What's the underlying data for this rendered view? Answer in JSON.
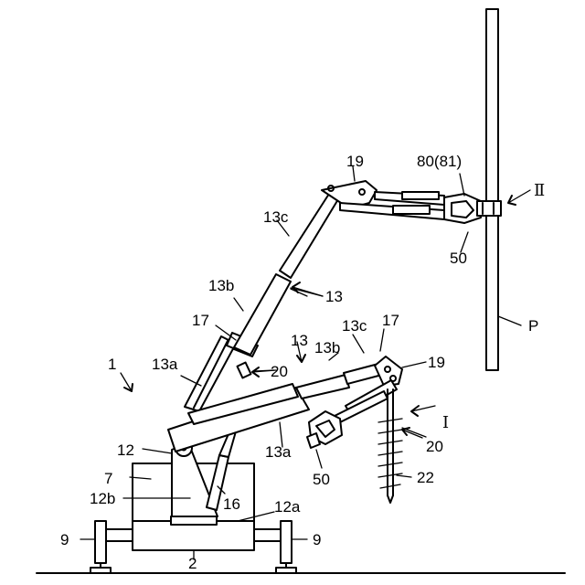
{
  "labels": {
    "machine": "1",
    "base": "2",
    "body": "7",
    "outrigger_left": "9",
    "outrigger_right": "9",
    "boom_support": "12",
    "support_a": "12a",
    "support_b": "12b",
    "boom_upper": "13",
    "boom_upper_a": "13a",
    "boom_upper_b": "13b",
    "boom_upper_c": "13c",
    "boom_lower": "13",
    "boom_lower_a": "13a",
    "boom_lower_b": "13b",
    "boom_lower_c": "13c",
    "cylinder": "16",
    "clamp_upper": "17",
    "clamp_lower": "17",
    "head_upper": "19",
    "head_lower": "19",
    "attachment_upper": "20",
    "attachment_lower": "20",
    "auger": "22",
    "gripper_upper": "50",
    "gripper_lower": "50",
    "pole_part": "80(81)",
    "view_ii": "Ⅱ",
    "view_i": "I",
    "pole": "P"
  }
}
